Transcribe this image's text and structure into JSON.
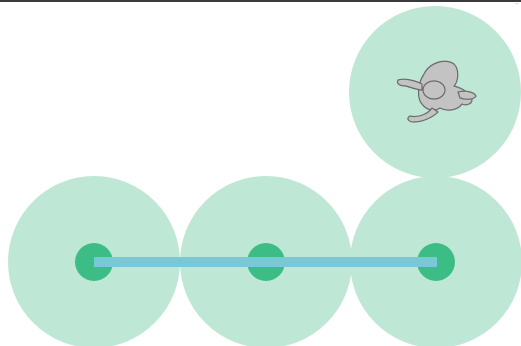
{
  "colors": {
    "zone_fill": "#bfe7d5",
    "node_fill": "#3dbd86",
    "connector": "#79c8d8",
    "person_fill": "#c3c3c3",
    "person_stroke": "#6a6a6a",
    "topbar": "#3a3a3a"
  },
  "zones": [
    {
      "name": "zone-left"
    },
    {
      "name": "zone-middle"
    },
    {
      "name": "zone-right-bottom"
    },
    {
      "name": "zone-right-top"
    }
  ],
  "nodes": [
    {
      "name": "node-left"
    },
    {
      "name": "node-middle"
    },
    {
      "name": "node-right"
    }
  ],
  "connector": {
    "name": "path-connector"
  },
  "actor": {
    "icon": "person-topdown-icon"
  },
  "corner_glyph": "⁻"
}
